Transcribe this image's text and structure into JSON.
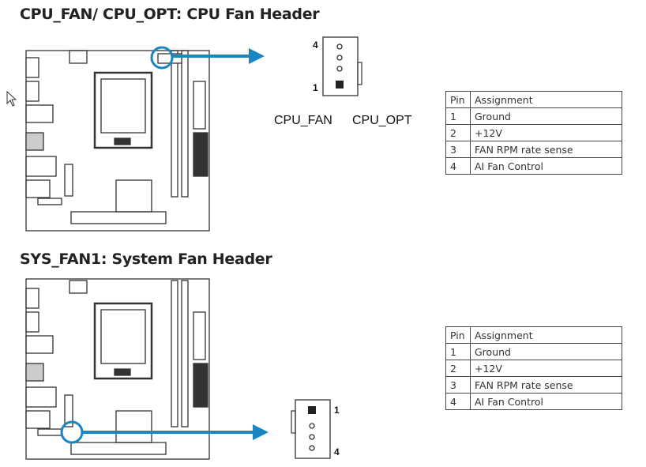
{
  "sections": [
    {
      "title": "CPU_FAN/ CPU_OPT: CPU Fan Header",
      "connector_labels": [
        "CPU_FAN",
        "CPU_OPT"
      ],
      "pin_top_label": "4",
      "pin_bottom_label": "1",
      "table": {
        "headers": [
          "Pin",
          "Assignment"
        ],
        "rows": [
          [
            "1",
            "Ground"
          ],
          [
            "2",
            "+12V"
          ],
          [
            "3",
            "FAN RPM rate sense"
          ],
          [
            "4",
            "AI Fan Control"
          ]
        ]
      }
    },
    {
      "title": "SYS_FAN1: System Fan Header",
      "pin_top_label": "1",
      "pin_bottom_label": "4",
      "table": {
        "headers": [
          "Pin",
          "Assignment"
        ],
        "rows": [
          [
            "1",
            "Ground"
          ],
          [
            "2",
            "+12V"
          ],
          [
            "3",
            "FAN RPM rate sense"
          ],
          [
            "4",
            "AI Fan Control"
          ]
        ]
      }
    }
  ],
  "colors": {
    "accent": "#1a86c0",
    "line": "#333333"
  },
  "icons": {
    "cursor": "mouse-pointer-icon"
  }
}
